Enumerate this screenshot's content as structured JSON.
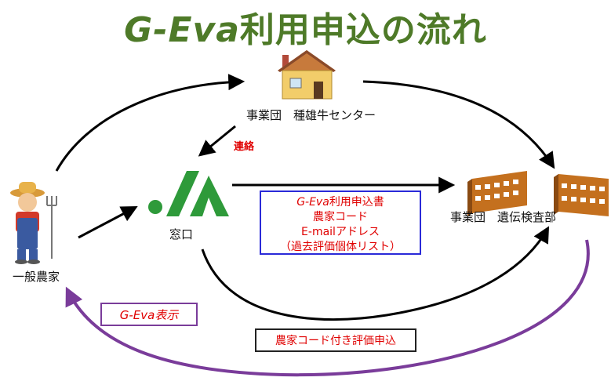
{
  "title": {
    "prefix": "G-Eva",
    "suffix": "利用申込の流れ"
  },
  "nodes": {
    "center": "事業団　種雄牛センター",
    "farmer": "一般農家",
    "madoguchi": "窓口",
    "lab": "事業団　遺伝検査部"
  },
  "edges": {
    "contact": "連絡"
  },
  "doc_box": {
    "line1_italic": "G-Eva",
    "line1_rest": "利用申込書",
    "line2": "農家コード",
    "line3": "E-mailアドレス",
    "line4": "（過去評価個体リスト）"
  },
  "eva_display_box": "G-Eva表示",
  "apply_box": "農家コード付き評価申込",
  "colors": {
    "title": "#4e7a28",
    "accent_red": "#e00000",
    "doc_border": "#2a2ad8",
    "return_arrow": "#7a3c9a",
    "ja_green": "#2e9a3a"
  }
}
